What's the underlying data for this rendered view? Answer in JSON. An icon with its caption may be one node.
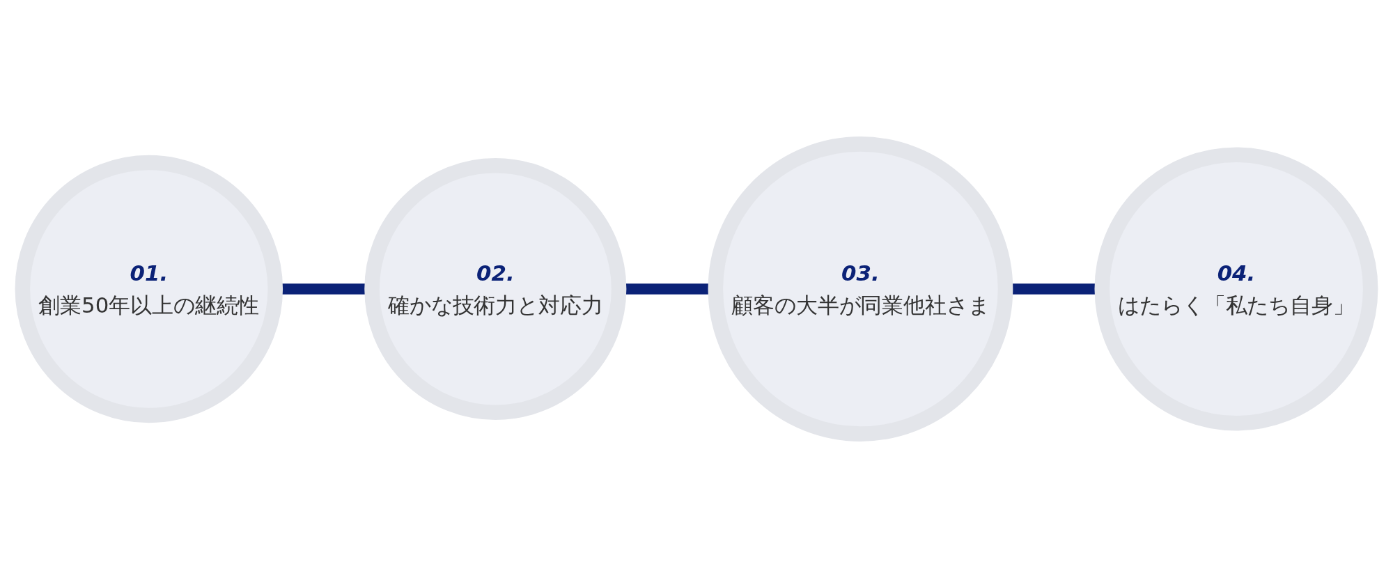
{
  "diagram": {
    "nodes": [
      {
        "text": [
          "01.",
          "創業50年以上の継続性"
        ]
      },
      {
        "text": [
          "02.",
          "確かな技術力と対応力"
        ]
      },
      {
        "text": [
          "03.",
          "顧客の大半が同業他社さま"
        ]
      },
      {
        "text": [
          "04.",
          "はたらく「私たち自身」"
        ]
      }
    ],
    "edges": [
      {
        "from": 0,
        "to": 1,
        "arrow": "none"
      },
      {
        "from": 1,
        "to": 2,
        "arrow": "none"
      },
      {
        "from": 2,
        "to": 3,
        "arrow": "none"
      }
    ]
  }
}
